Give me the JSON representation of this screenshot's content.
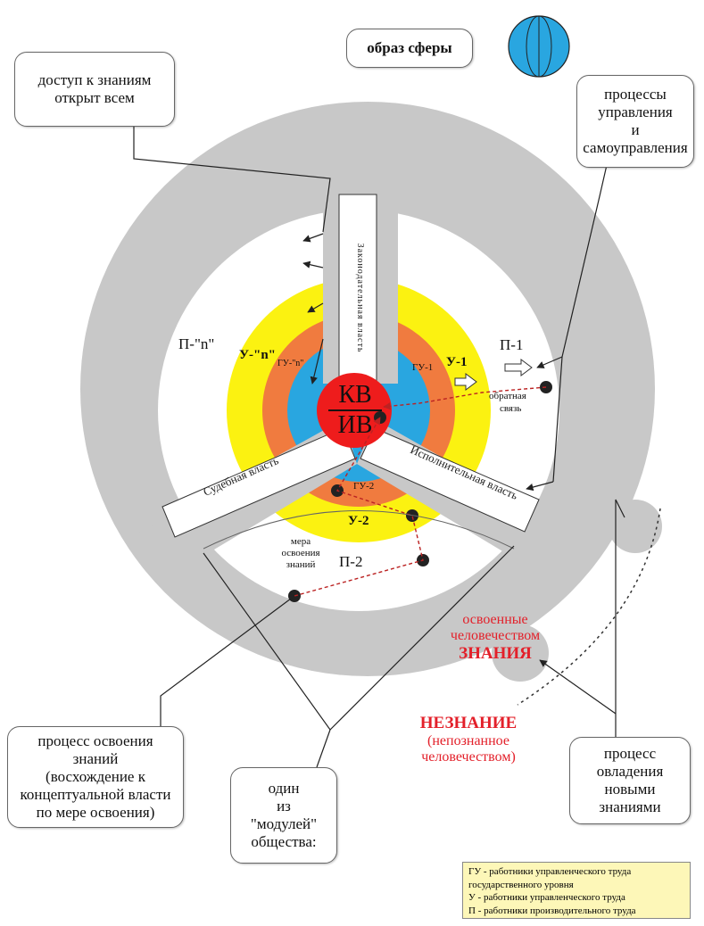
{
  "sphere_label": "образ сферы",
  "callouts": {
    "access": [
      "доступ к знаниям",
      "открыт всем"
    ],
    "processes": [
      "процессы",
      "управления",
      "и",
      "самоуправления"
    ],
    "mastering_process": [
      "процесс освоения",
      "знаний",
      "(восхождение к",
      "концептуальной власти",
      "по мере освоения)"
    ],
    "module": [
      "один",
      "из",
      "\"модулей\"",
      "общества:"
    ],
    "new_knowledge": [
      "процесс",
      "овладения",
      "новыми",
      "знаниями"
    ]
  },
  "center": {
    "top": "КВ",
    "bottom": "ИВ"
  },
  "branches": {
    "top": "Законодательная власть",
    "right": "Исполнительная власть",
    "left": "Судебная власть"
  },
  "sectors": {
    "left": {
      "outer": "П-\"n\"",
      "yellow": "У-\"n\"",
      "orange": "ГУ-\"n\""
    },
    "right": {
      "outer": "П-1",
      "yellow": "У-1",
      "orange": "ГУ-1",
      "feedback": [
        "обратная",
        "связь"
      ]
    },
    "bottom": {
      "outer": "П-2",
      "yellow": "У-2",
      "orange": "ГУ-2",
      "measure": [
        "мера",
        "освоения",
        "знаний"
      ]
    }
  },
  "knowledge": {
    "lines": [
      "освоенные",
      "человечеством"
    ],
    "title": "ЗНАНИЯ"
  },
  "ignorance": {
    "title": "НЕЗНАНИЕ",
    "lines": [
      "(непознанное",
      "человечеством)"
    ]
  },
  "legend": [
    "ГУ - работники управленческого труда",
    "государственного уровня",
    "У - работники управленческого труда",
    "П - работники производительного труда"
  ],
  "colors": {
    "grey": "#c8c8c8",
    "yellow": "#fbf211",
    "orange": "#f07b3f",
    "blue": "#29a6e0",
    "red": "#ee1c1c",
    "text_red": "#e3202a"
  }
}
